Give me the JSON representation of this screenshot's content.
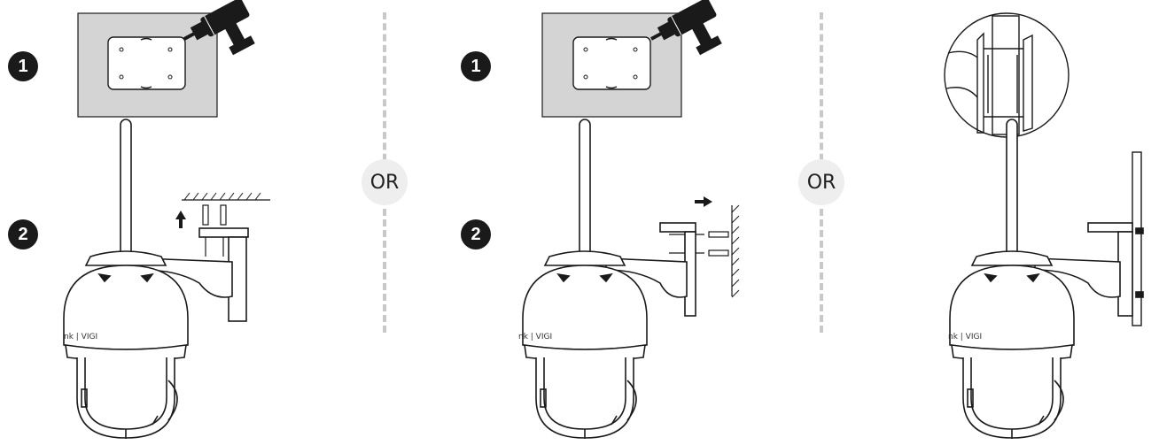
{
  "steps": {
    "step1": "1",
    "step2": "2"
  },
  "separators": {
    "or_left": "OR",
    "or_right": "OR"
  },
  "camera_brand": "nk | VIGI",
  "colors": {
    "wall": "#d4d4d4",
    "ink": "#1a1a1a",
    "divider": "#c8c8c8",
    "or_bg": "#eeeeee"
  },
  "icons": [
    "drill-icon",
    "up-arrow-icon",
    "right-arrow-icon"
  ]
}
